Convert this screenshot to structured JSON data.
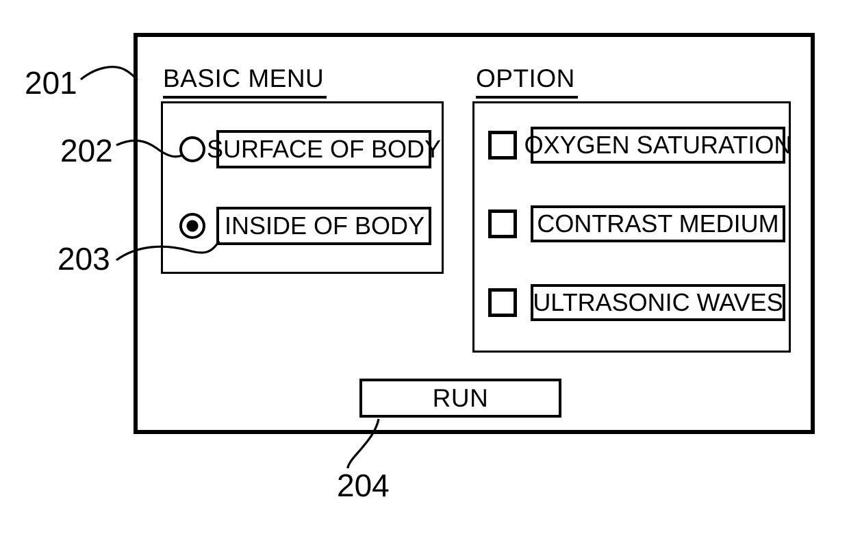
{
  "figure": {
    "callouts": [
      {
        "id": "201",
        "label": "201",
        "target": "device-screen-frame"
      },
      {
        "id": "202",
        "label": "202",
        "target": "unselected-radio-surface-of-body"
      },
      {
        "id": "203",
        "label": "203",
        "target": "selected-radio-inside-of-body"
      },
      {
        "id": "204",
        "label": "204",
        "target": "run-button"
      }
    ]
  },
  "panel": {
    "basic_menu": {
      "title": "BASIC MENU",
      "control_type": "radio",
      "items": [
        {
          "label": "SURFACE OF BODY",
          "selected": false
        },
        {
          "label": "INSIDE OF BODY",
          "selected": true
        }
      ]
    },
    "option": {
      "title": "OPTION",
      "control_type": "checkbox",
      "items": [
        {
          "label": "OXYGEN SATURATION",
          "checked": false
        },
        {
          "label": "CONTRAST MEDIUM",
          "checked": false
        },
        {
          "label": "ULTRASONIC WAVES",
          "checked": false
        }
      ]
    },
    "run_button": {
      "label": "RUN"
    }
  },
  "colors": {
    "ink": "#000000",
    "paper": "#ffffff"
  }
}
